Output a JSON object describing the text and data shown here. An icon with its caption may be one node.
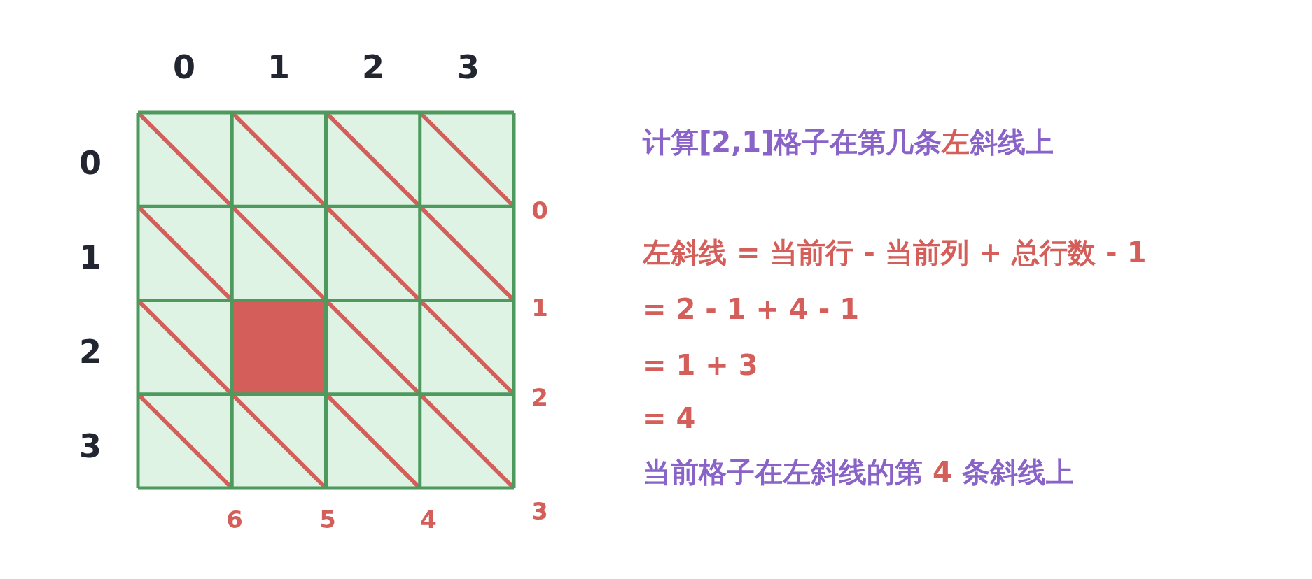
{
  "diagram": {
    "labels": [
      "0",
      "1",
      "2",
      "3",
      "0",
      "1",
      "2",
      "3",
      "0",
      "1",
      "2",
      "3",
      "6",
      "5",
      "4",
      "计算[2,1]格子在第几条",
      "左",
      "斜线上",
      "左斜线 = 当前行 - 当前列 + 总行数 - 1",
      "= 2 - 1 + 4 - 1",
      "= 1 + 3",
      "= 4",
      "当前格子在左斜线的第 ",
      "4",
      " 条斜线上"
    ]
  }
}
